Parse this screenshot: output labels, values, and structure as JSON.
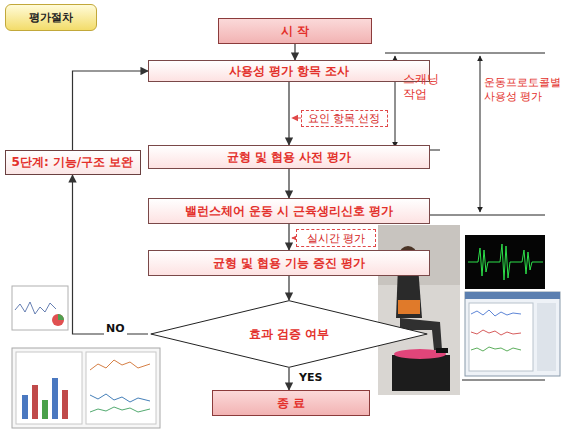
{
  "diagram": {
    "title": "평가절차",
    "nodes": [
      {
        "text": [
          "시 작"
        ]
      },
      {
        "text": [
          "사용성 평가 항목 조사"
        ]
      },
      {
        "text": [
          "요인 항목 선정"
        ]
      },
      {
        "text": [
          "균형 및 협용 사전 평가"
        ]
      },
      {
        "text": [
          "밸런스체어 운동 시 근육생리신호 평가"
        ]
      },
      {
        "text": [
          "실시간 평가"
        ]
      },
      {
        "text": [
          "균형 및 협용 기능 증진 평가"
        ]
      },
      {
        "text": [
          "효과 검증 여부"
        ]
      },
      {
        "text": [
          "종 료"
        ]
      },
      {
        "text": [
          "5단계: 기능/구조 보완"
        ]
      }
    ],
    "edges": [
      {
        "from": 0,
        "to": 1,
        "arrow": "to"
      },
      {
        "from": 1,
        "to": 3,
        "arrow": "to"
      },
      {
        "from": 3,
        "to": 4,
        "arrow": "to"
      },
      {
        "from": 4,
        "to": 6,
        "arrow": "to"
      },
      {
        "from": 6,
        "to": 7,
        "arrow": "to"
      },
      {
        "from": 7,
        "to": 8,
        "label": "YES",
        "arrow": "to"
      },
      {
        "from": 7,
        "to": 9,
        "label": "NO",
        "arrow": "to"
      },
      {
        "from": 9,
        "to": 1,
        "arrow": "to"
      }
    ],
    "labels": [
      "스캐닝 작업",
      "운동프로토콜별 사용성 평가"
    ]
  }
}
